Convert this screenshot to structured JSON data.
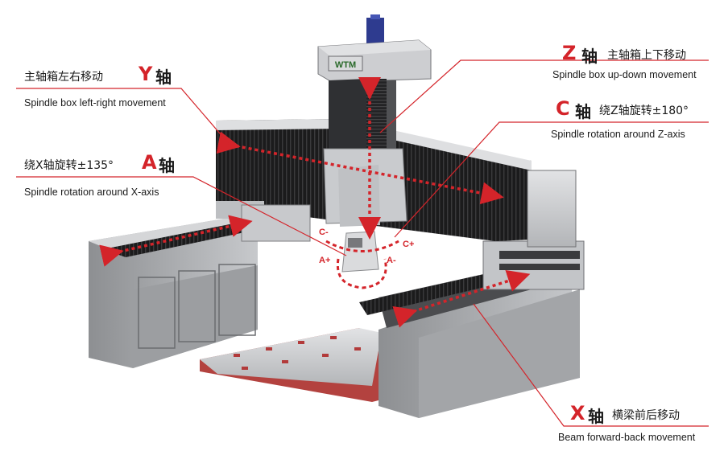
{
  "colors": {
    "accent": "#d4242a",
    "machine_dark": "#2a2a2a",
    "machine_light": "#c9c9c9"
  },
  "labels": {
    "y": {
      "cn": "主轴箱左右移动",
      "axis": "Y",
      "axis_cn": "轴",
      "en": "Spindle box left-right movement"
    },
    "z": {
      "axis": "Z",
      "axis_cn": "轴",
      "cn": "主轴箱上下移动",
      "en": "Spindle box up-down movement"
    },
    "c": {
      "axis": "C",
      "axis_cn": "轴",
      "cn": "绕Z轴旋转±180°",
      "en": "Spindle rotation around Z-axis"
    },
    "a": {
      "cn": "绕X轴旋转±135°",
      "axis": "A",
      "axis_cn": "轴",
      "en": "Spindle rotation around X-axis"
    },
    "x": {
      "axis": "X",
      "axis_cn": "轴",
      "cn": "横梁前后移动",
      "en": "Beam forward-back movement"
    }
  },
  "rotation_marks": {
    "c_minus": "C-",
    "c_plus": "C+",
    "a_plus": "A+",
    "a_minus": "A-"
  },
  "logo_text": "WTM"
}
